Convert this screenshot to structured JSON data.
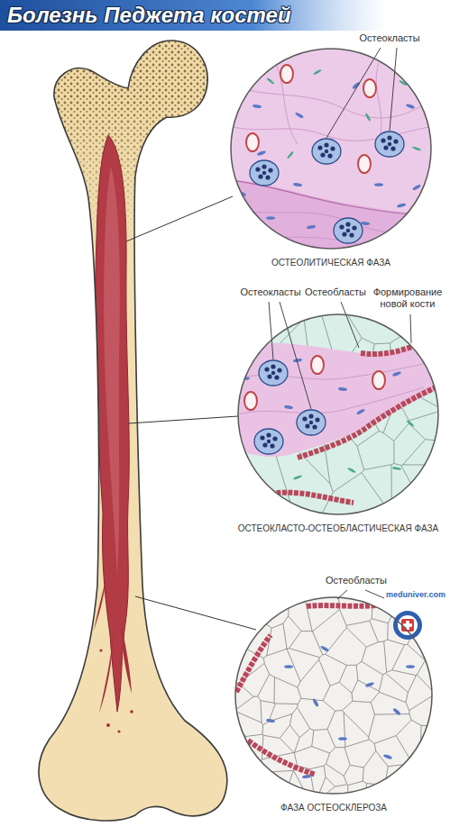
{
  "diagram": {
    "title": "Болезнь Педжета костей",
    "nodes": [
      {
        "text": [
          "ОСТЕОЛИТИЧЕСКАЯ ФАЗА"
        ]
      },
      {
        "text": [
          "ОСТЕОКЛАСТО-ОСТЕОБЛАСТИЧЕСКАЯ ФАЗА"
        ]
      },
      {
        "text": [
          "ФАЗА ОСТЕОСКЛЕРОЗА"
        ]
      }
    ],
    "labels": [
      "Остеокласты",
      "Остеокласты",
      "Остеобласты",
      "Формирование новой кости",
      "Остеобласты",
      "meduniver.com"
    ]
  }
}
